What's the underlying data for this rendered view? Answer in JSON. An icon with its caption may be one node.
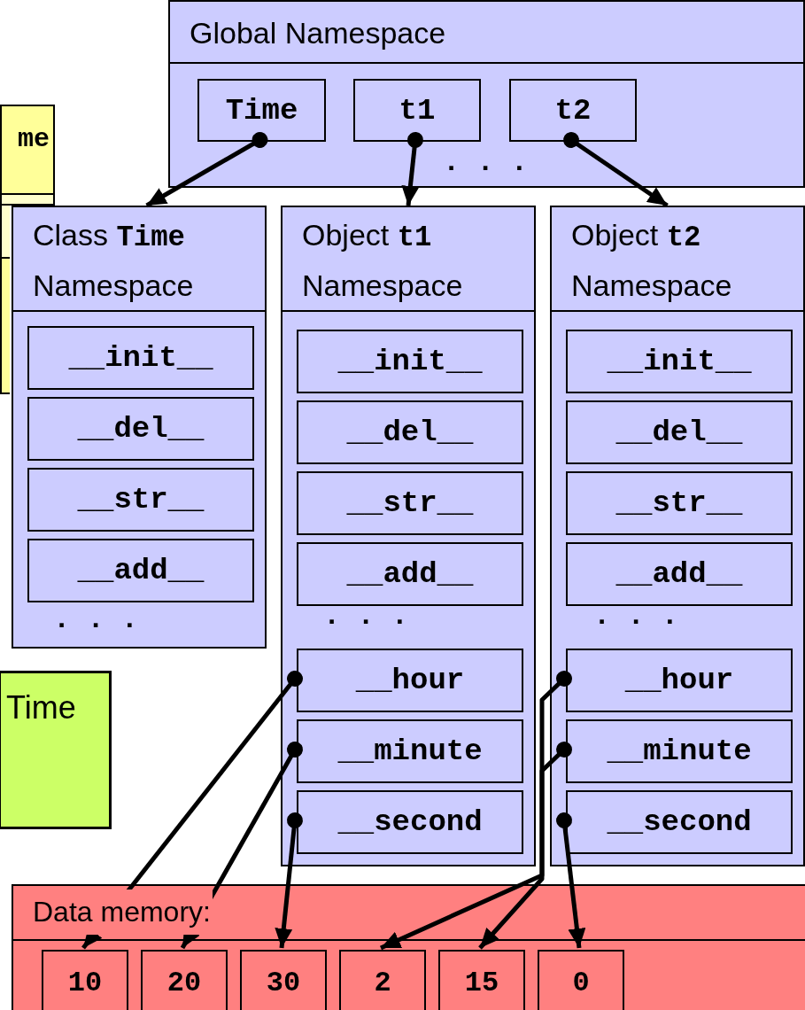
{
  "diagram": {
    "nodes": [
      {
        "text": [
          "Global Namespace"
        ]
      },
      {
        "text": [
          "Time"
        ],
        "in": 0
      },
      {
        "text": [
          "t1"
        ],
        "in": 0
      },
      {
        "text": [
          "t2"
        ],
        "in": 0
      },
      {
        "text": [
          "me"
        ]
      },
      {
        "text": [
          "Time"
        ]
      },
      {
        "text": [
          "Class **Time** Namespace"
        ]
      },
      {
        "text": [
          "__init__"
        ],
        "in": 6
      },
      {
        "text": [
          "__del__"
        ],
        "in": 6
      },
      {
        "text": [
          "__str__"
        ],
        "in": 6
      },
      {
        "text": [
          "__add__"
        ],
        "in": 6
      },
      {
        "text": [
          "Object **t1** Namespace"
        ]
      },
      {
        "text": [
          "__init__"
        ],
        "in": 11
      },
      {
        "text": [
          "__del__"
        ],
        "in": 11
      },
      {
        "text": [
          "__str__"
        ],
        "in": 11
      },
      {
        "text": [
          "__add__"
        ],
        "in": 11
      },
      {
        "text": [
          "__hour"
        ],
        "in": 11
      },
      {
        "text": [
          "__minute"
        ],
        "in": 11
      },
      {
        "text": [
          "__second"
        ],
        "in": 11
      },
      {
        "text": [
          "Object **t2** Namespace"
        ]
      },
      {
        "text": [
          "__init__"
        ],
        "in": 19
      },
      {
        "text": [
          "__del__"
        ],
        "in": 19
      },
      {
        "text": [
          "__str__"
        ],
        "in": 19
      },
      {
        "text": [
          "__add__"
        ],
        "in": 19
      },
      {
        "text": [
          "__hour"
        ],
        "in": 19
      },
      {
        "text": [
          "__minute"
        ],
        "in": 19
      },
      {
        "text": [
          "__second"
        ],
        "in": 19
      },
      {
        "text": [
          "Data memory:"
        ]
      },
      {
        "text": [
          "10"
        ],
        "in": 27
      },
      {
        "text": [
          "20"
        ],
        "in": 27
      },
      {
        "text": [
          "30"
        ],
        "in": 27
      },
      {
        "text": [
          "2"
        ],
        "in": 27
      },
      {
        "text": [
          "15"
        ],
        "in": 27
      },
      {
        "text": [
          "0"
        ],
        "in": 27
      }
    ],
    "edges": [
      {
        "from": 1,
        "to": 6,
        "arrow": "to"
      },
      {
        "from": 2,
        "to": 11,
        "arrow": "to"
      },
      {
        "from": 3,
        "to": 19,
        "arrow": "to"
      },
      {
        "from": 16,
        "to": 28,
        "arrow": "to"
      },
      {
        "from": 17,
        "to": 29,
        "arrow": "to"
      },
      {
        "from": 18,
        "to": 30,
        "arrow": "to"
      },
      {
        "from": 24,
        "to": 31,
        "arrow": "to"
      },
      {
        "from": 25,
        "to": 32,
        "arrow": "to"
      },
      {
        "from": 26,
        "to": 33,
        "arrow": "to"
      }
    ],
    "labels": [
      ". . .",
      ". . .",
      ". . .",
      ". . ."
    ]
  }
}
